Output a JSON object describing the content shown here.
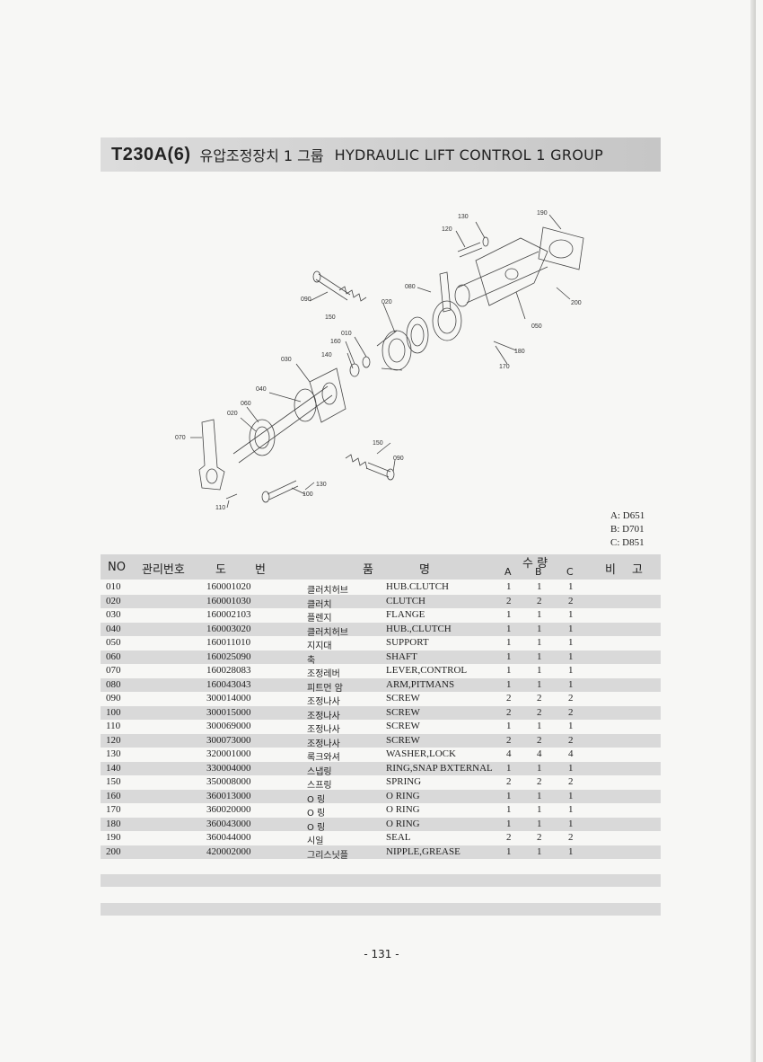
{
  "title": {
    "code": "T230A(6)",
    "korean": "유압조정장치 1 그룹",
    "english": "HYDRAULIC LIFT CONTROL 1 GROUP"
  },
  "diagram_labels": [
    "130",
    "120",
    "190",
    "090",
    "150",
    "020",
    "080",
    "010",
    "160",
    "140",
    "050",
    "200",
    "180",
    "170",
    "030",
    "040",
    "060",
    "020",
    "070",
    "150",
    "090",
    "130",
    "100",
    "110"
  ],
  "models": [
    "A: D651",
    "B: D701",
    "C: D851"
  ],
  "headers": {
    "no": "NO",
    "mgmt": "관리번호",
    "dwg1": "도",
    "dwg2": "번",
    "name1": "품",
    "name2": "명",
    "qty": "수 량",
    "a": "A",
    "b": "B",
    "c": "C",
    "remark1": "비",
    "remark2": "고"
  },
  "parts": [
    {
      "no": "010",
      "dwg": "160001020",
      "ko": "클러치허브",
      "en": "HUB.CLUTCH",
      "a": "1",
      "b": "1",
      "c": "1"
    },
    {
      "no": "020",
      "dwg": "160001030",
      "ko": "클러치",
      "en": "CLUTCH",
      "a": "2",
      "b": "2",
      "c": "2"
    },
    {
      "no": "030",
      "dwg": "160002103",
      "ko": "플렌지",
      "en": "FLANGE",
      "a": "1",
      "b": "1",
      "c": "1"
    },
    {
      "no": "040",
      "dwg": "160003020",
      "ko": "클러치허브",
      "en": "HUB.,CLUTCH",
      "a": "1",
      "b": "1",
      "c": "1"
    },
    {
      "no": "050",
      "dwg": "160011010",
      "ko": "지지대",
      "en": "SUPPORT",
      "a": "1",
      "b": "1",
      "c": "1"
    },
    {
      "no": "060",
      "dwg": "160025090",
      "ko": "축",
      "en": "SHAFT",
      "a": "1",
      "b": "1",
      "c": "1"
    },
    {
      "no": "070",
      "dwg": "160028083",
      "ko": "조정레버",
      "en": "LEVER,CONTROL",
      "a": "1",
      "b": "1",
      "c": "1"
    },
    {
      "no": "080",
      "dwg": "160043043",
      "ko": "피트먼 암",
      "en": "ARM,PITMANS",
      "a": "1",
      "b": "1",
      "c": "1"
    },
    {
      "no": "090",
      "dwg": "300014000",
      "ko": "조정나사",
      "en": "SCREW",
      "a": "2",
      "b": "2",
      "c": "2"
    },
    {
      "no": "100",
      "dwg": "300015000",
      "ko": "조정나사",
      "en": "SCREW",
      "a": "2",
      "b": "2",
      "c": "2"
    },
    {
      "no": "110",
      "dwg": "300069000",
      "ko": "조정나사",
      "en": "SCREW",
      "a": "1",
      "b": "1",
      "c": "1"
    },
    {
      "no": "120",
      "dwg": "300073000",
      "ko": "조정나사",
      "en": "SCREW",
      "a": "2",
      "b": "2",
      "c": "2"
    },
    {
      "no": "130",
      "dwg": "320001000",
      "ko": "록크와셔",
      "en": "WASHER,LOCK",
      "a": "4",
      "b": "4",
      "c": "4"
    },
    {
      "no": "140",
      "dwg": "330004000",
      "ko": "스냅링",
      "en": "RING,SNAP BXTERNAL",
      "a": "1",
      "b": "1",
      "c": "1"
    },
    {
      "no": "150",
      "dwg": "350008000",
      "ko": "스프링",
      "en": "SPRING",
      "a": "2",
      "b": "2",
      "c": "2"
    },
    {
      "no": "160",
      "dwg": "360013000",
      "ko": "O 링",
      "en": "O RING",
      "a": "1",
      "b": "1",
      "c": "1"
    },
    {
      "no": "170",
      "dwg": "360020000",
      "ko": "O 링",
      "en": "O RING",
      "a": "1",
      "b": "1",
      "c": "1"
    },
    {
      "no": "180",
      "dwg": "360043000",
      "ko": "O 링",
      "en": "O RING",
      "a": "1",
      "b": "1",
      "c": "1"
    },
    {
      "no": "190",
      "dwg": "360044000",
      "ko": "시일",
      "en": "SEAL",
      "a": "2",
      "b": "2",
      "c": "2"
    },
    {
      "no": "200",
      "dwg": "420002000",
      "ko": "그리스닛플",
      "en": "NIPPLE,GREASE",
      "a": "1",
      "b": "1",
      "c": "1"
    }
  ],
  "page_number": "- 131 -"
}
